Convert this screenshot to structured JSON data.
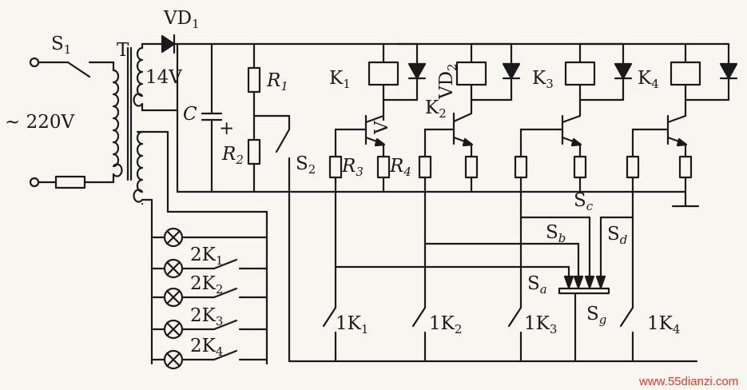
{
  "labels": {
    "s1": {
      "main": "S",
      "sub": "1"
    },
    "t": "T",
    "vd1": {
      "main": "VD",
      "sub": "1"
    },
    "ac": "~ 220V",
    "v14": "14V",
    "c": "C",
    "plus": "+",
    "r1": {
      "main": "R",
      "sub": "1"
    },
    "r2": {
      "main": "R",
      "sub": "2"
    },
    "s2": {
      "main": "S",
      "sub": "2"
    },
    "r3": {
      "main": "R",
      "sub": "3"
    },
    "r4": {
      "main": "R",
      "sub": "4"
    },
    "v": "V",
    "k1": {
      "main": "K",
      "sub": "1"
    },
    "vd2": {
      "main": "VD",
      "sub": "2"
    },
    "k2": {
      "main": "K",
      "sub": "2"
    },
    "k3": {
      "main": "K",
      "sub": "3"
    },
    "k4": {
      "main": "K",
      "sub": "4"
    },
    "sa": {
      "main": "S",
      "sub": "a"
    },
    "sb": {
      "main": "S",
      "sub": "b"
    },
    "sc": {
      "main": "S",
      "sub": "c"
    },
    "sd": {
      "main": "S",
      "sub": "d"
    },
    "sg": {
      "main": "S",
      "sub": "g"
    },
    "k1_2": {
      "main": "2K",
      "sub": "1"
    },
    "k2_2": {
      "main": "2K",
      "sub": "2"
    },
    "k3_2": {
      "main": "2K",
      "sub": "3"
    },
    "k4_2": {
      "main": "2K",
      "sub": "4"
    },
    "k1_1": {
      "main": "1K",
      "sub": "1"
    },
    "k2_1": {
      "main": "1K",
      "sub": "2"
    },
    "k3_1": {
      "main": "1K",
      "sub": "3"
    },
    "k4_1": {
      "main": "1K",
      "sub": "4"
    }
  },
  "watermark": "www.55dianzi.com",
  "colors": {
    "ink": "#1a1a1a",
    "paper": "#f7f6f1",
    "watermark": "#e23b2e"
  }
}
